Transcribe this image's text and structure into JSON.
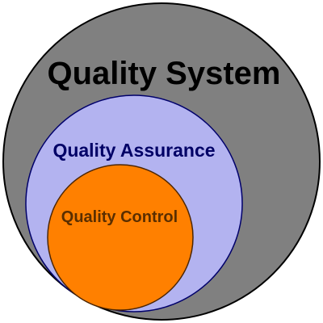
{
  "diagram": {
    "outer": {
      "label": "Quality System",
      "fill": "#808080",
      "stroke": "#000000",
      "text_color": "#000000"
    },
    "middle": {
      "label": "Quality Assurance",
      "fill": "#b3b3f0",
      "stroke": "#00006b",
      "text_color": "#000066"
    },
    "inner": {
      "label": "Quality Control",
      "fill": "#ff8000",
      "stroke": "#4d2600",
      "text_color": "#5a2e00"
    }
  }
}
